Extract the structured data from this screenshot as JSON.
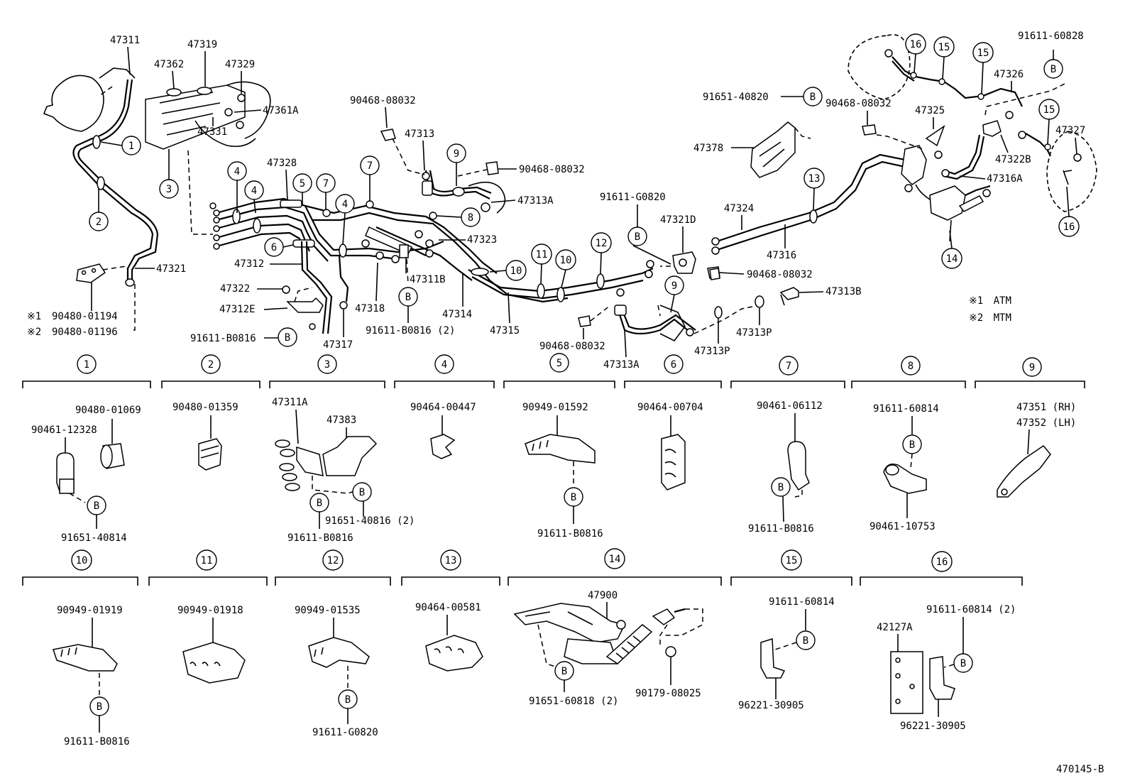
{
  "diagram_id": "470145-B",
  "notes": [
    {
      "mark": "※1",
      "text": "ATM"
    },
    {
      "mark": "※2",
      "text": "MTM"
    }
  ],
  "callouts": {
    "c1": "47311",
    "c2": "47319",
    "c3": "47362",
    "c4": "47329",
    "c5": "47361A",
    "c6": "47331",
    "c7": "47328",
    "c8": "47321",
    "c9": "90480-01194",
    "c10": "90480-01196",
    "c11": "47312",
    "c12": "47322",
    "c13": "47312E",
    "c14": "91611-B0816",
    "c15": "47317",
    "c16": "47318",
    "c17": "91611-B0816 (2)",
    "c18": "47311B",
    "c19": "47314",
    "c20": "47315",
    "c21": "47323",
    "c22": "47313",
    "c23": "90468-08032",
    "c24": "90468-08032",
    "c25": "47313A",
    "c26": "91611-G0820",
    "c27": "47321D",
    "c28": "90468-08032",
    "c29": "47313A",
    "c30": "90468-08032",
    "c31": "47313B",
    "c32": "47313P",
    "c33": "47313P",
    "c34": "91651-40820",
    "c35": "47378",
    "c36": "47324",
    "c37": "47316",
    "c38": "90468-08032",
    "c39": "47325",
    "c40": "47326",
    "c41": "91611-60828",
    "c42": "47322B",
    "c43": "47316A",
    "c44": "47327"
  },
  "details": [
    {
      "num": "1",
      "parts": [
        "90480-01069",
        "90461-12328",
        "91651-40814"
      ]
    },
    {
      "num": "2",
      "parts": [
        "90480-01359"
      ]
    },
    {
      "num": "3",
      "parts": [
        "47311A",
        "47383",
        "91651-40816 (2)",
        "91611-B0816"
      ]
    },
    {
      "num": "4",
      "parts": [
        "90464-00447"
      ]
    },
    {
      "num": "5",
      "parts": [
        "90949-01592",
        "91611-B0816"
      ]
    },
    {
      "num": "6",
      "parts": [
        "90464-00704"
      ]
    },
    {
      "num": "7",
      "parts": [
        "90461-06112",
        "91611-B0816"
      ]
    },
    {
      "num": "8",
      "parts": [
        "91611-60814",
        "90461-10753"
      ]
    },
    {
      "num": "9",
      "parts": [
        "47351 (RH)",
        "47352 (LH)"
      ]
    },
    {
      "num": "10",
      "parts": [
        "90949-01919",
        "91611-B0816"
      ]
    },
    {
      "num": "11",
      "parts": [
        "90949-01918"
      ]
    },
    {
      "num": "12",
      "parts": [
        "90949-01535",
        "91611-G0820"
      ]
    },
    {
      "num": "13",
      "parts": [
        "90464-00581"
      ]
    },
    {
      "num": "14",
      "parts": [
        "47900",
        "91651-60818 (2)",
        "90179-08025"
      ]
    },
    {
      "num": "15",
      "parts": [
        "91611-60814",
        "96221-30905"
      ]
    },
    {
      "num": "16",
      "parts": [
        "42127A",
        "91611-60814 (2)",
        "96221-30905"
      ]
    }
  ],
  "markers": {
    "b": "B",
    "n1": "1",
    "n2": "2",
    "n3": "3",
    "n4": "4",
    "n5": "5",
    "n6": "6",
    "n7": "7",
    "n8": "8",
    "n9": "9",
    "n10": "10",
    "n11": "11",
    "n12": "12",
    "n13": "13",
    "n14": "14",
    "n15": "15",
    "n16": "16"
  }
}
